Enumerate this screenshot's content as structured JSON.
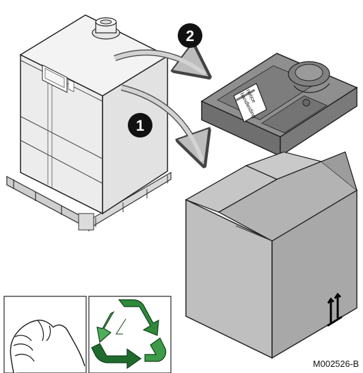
{
  "steps": [
    {
      "number": "1"
    },
    {
      "number": "2"
    }
  ],
  "leaflet": {
    "line1": "notice",
    "line2": "handleiding"
  },
  "reference_code": "M002526-B",
  "icons": [
    "boiler-on-pallet-icon",
    "foam-packing-insert-icon",
    "cardboard-box-icon",
    "this-way-up-arrows-icon",
    "hand-icon",
    "recycling-icon"
  ],
  "colors": {
    "box": "#bfbfbf",
    "box_dark": "#9c9c9c",
    "foam": "#8d8d8d",
    "recycle_dark": "#1f6b2e",
    "recycle_light": "#4fae5a"
  }
}
